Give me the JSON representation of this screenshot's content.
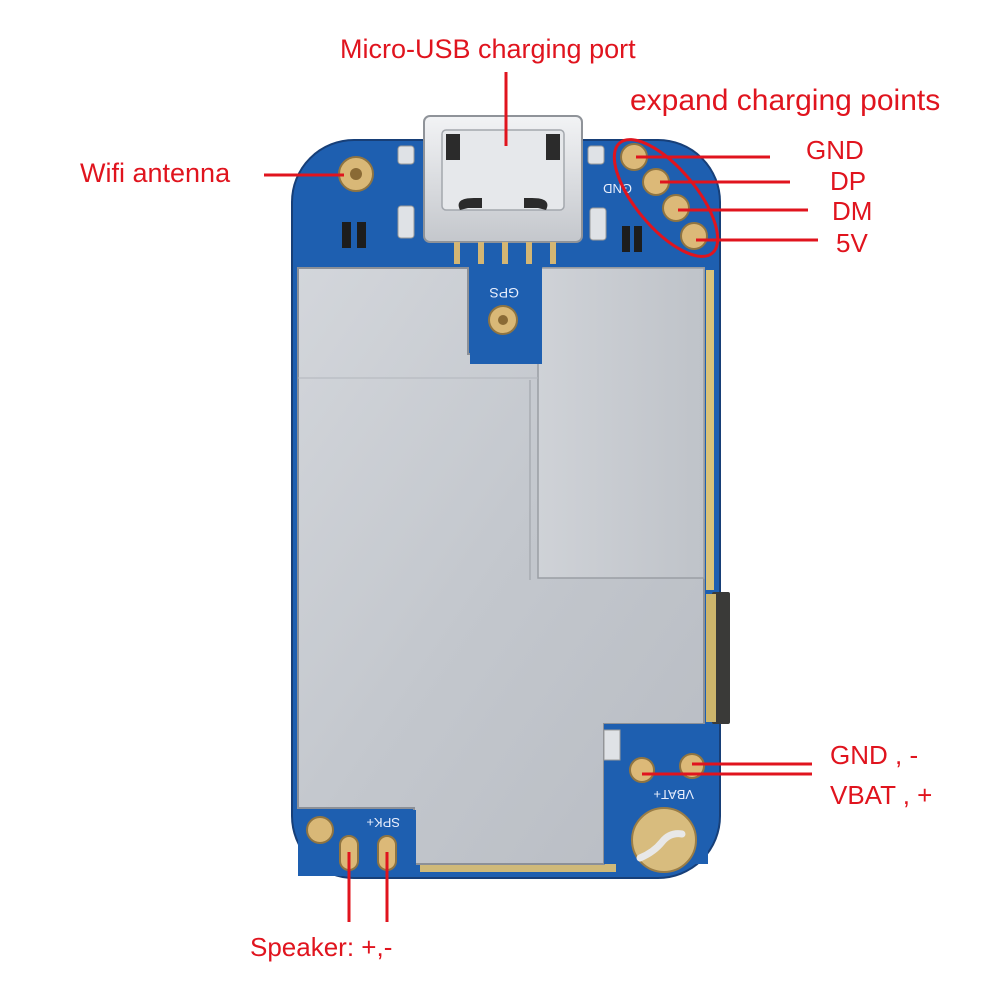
{
  "colors": {
    "annotation": "#e0141e",
    "pcb": "#1e5fb0",
    "shield": "#c9ccd2",
    "pad": "#d7b77a"
  },
  "labels": {
    "usb_port": "Micro-USB charging port",
    "expand_points": "expand charging points",
    "wifi": "Wifi antenna",
    "gnd_top": "GND",
    "dp": "DP",
    "dm": "DM",
    "v5": "5V",
    "gnd_minus": "GND , -",
    "vbat_plus": "VBAT , +",
    "speaker": "Speaker: +,-"
  },
  "silkscreen": {
    "gps": "GPS",
    "gnd": "GND",
    "spk": "SPK+",
    "vbat": "VBAT+"
  }
}
